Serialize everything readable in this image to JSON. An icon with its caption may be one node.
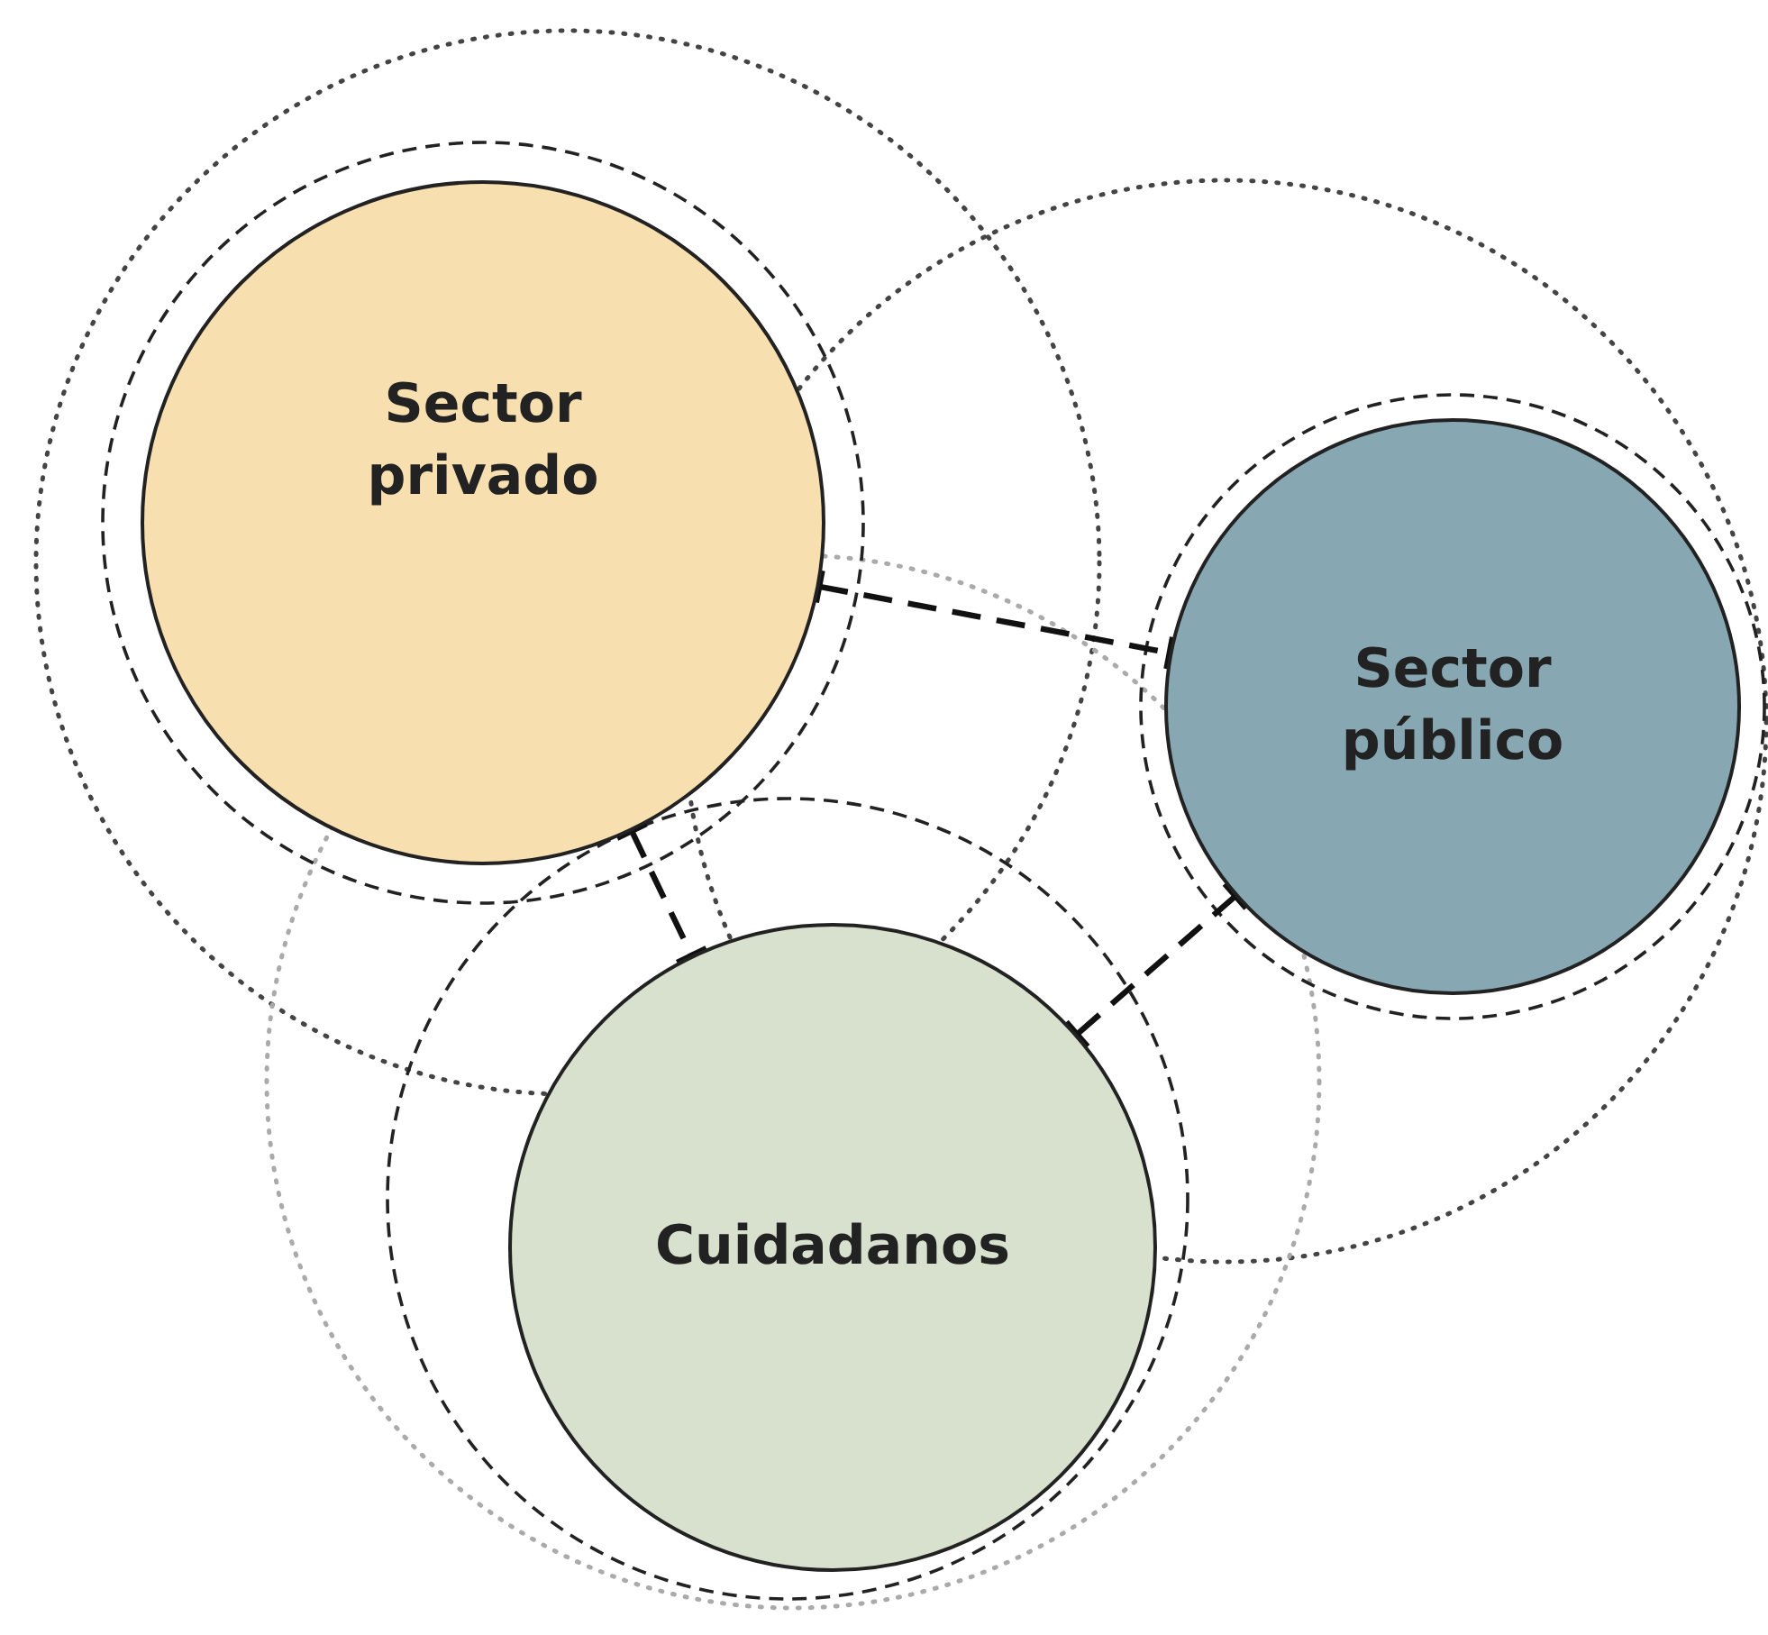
{
  "diagram": {
    "nodes": [
      {
        "text": [
          "Sector privado"
        ]
      },
      {
        "text": [
          "Sector público"
        ]
      },
      {
        "text": [
          "Cuidadanos"
        ]
      }
    ],
    "edges": [
      {
        "from": 0,
        "to": 1,
        "arrow": "other",
        "style": "dashed"
      },
      {
        "from": 0,
        "to": 2,
        "arrow": "other",
        "style": "dashed"
      },
      {
        "from": 1,
        "to": 2,
        "arrow": "other",
        "style": "dashed"
      }
    ]
  }
}
